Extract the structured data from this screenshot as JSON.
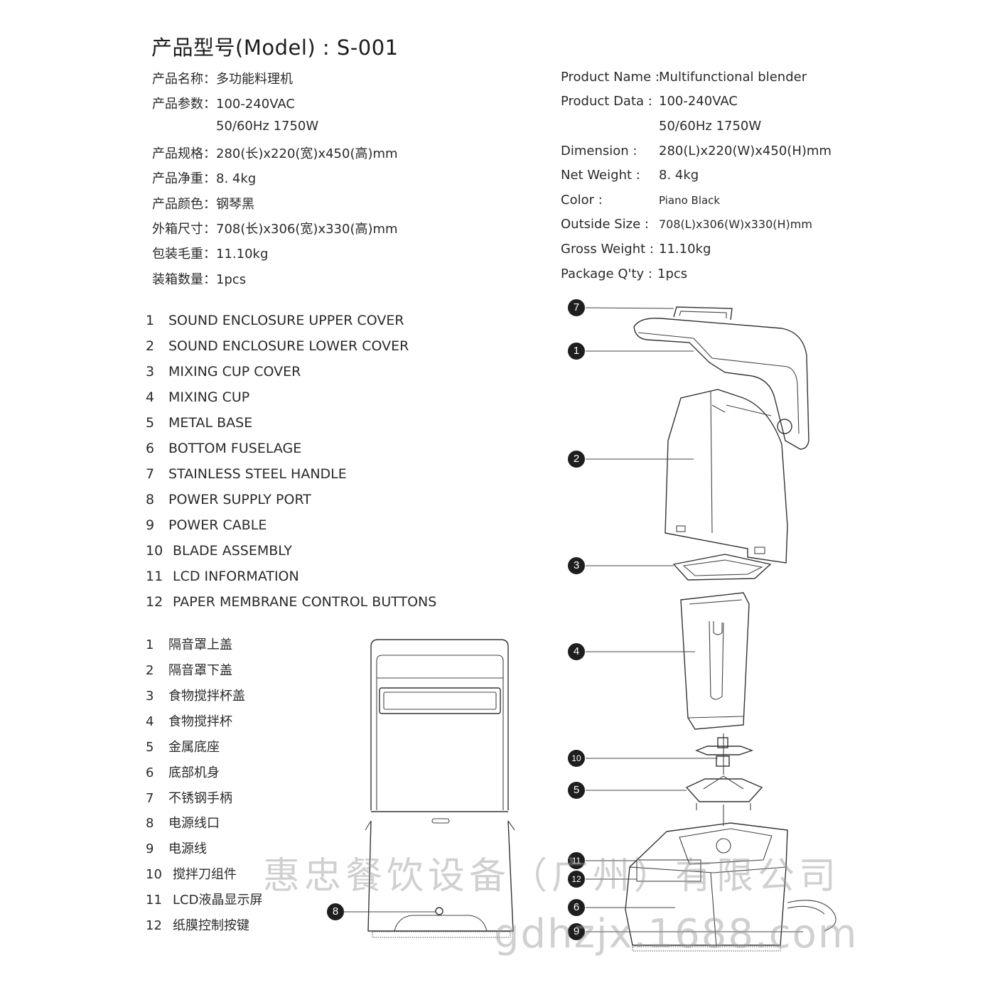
{
  "title": "产品型号(Model) : S-001",
  "specs_cn": [
    {
      "label": "产品名称：",
      "value": "多功能料理机"
    },
    {
      "label": "产品参数：",
      "value": "100-240VAC"
    },
    {
      "label": "",
      "value": "50/60Hz 1750W"
    },
    {
      "label": "产品规格：",
      "value": "280(长)x220(宽)x450(高)mm"
    },
    {
      "label": "产品净重：",
      "value": "8. 4kg"
    },
    {
      "label": "产品颜色：",
      "value": "钢琴黑"
    },
    {
      "label": "外箱尺寸：",
      "value": "708(长)x306(宽)x330(高)mm"
    },
    {
      "label": "包装毛重：",
      "value": "11.10kg"
    },
    {
      "label": "装箱数量：",
      "value": "1pcs"
    }
  ],
  "specs_en": [
    {
      "label": "Product Name :",
      "value": "Multifunctional blender"
    },
    {
      "label": "Product  Data :",
      "value": "100-240VAC"
    },
    {
      "label": "",
      "value": "50/60Hz 1750W"
    },
    {
      "label": "Dimension :",
      "value": "280(L)x220(W)x450(H)mm"
    },
    {
      "label": "Net Weight :",
      "value": "8. 4kg"
    },
    {
      "label": "Color :",
      "value": "Piano Black"
    },
    {
      "label": "Outside Size :",
      "value": "708(L)x306(W)x330(H)mm"
    },
    {
      "label": "Gross Weight :",
      "value": "11.10kg"
    },
    {
      "label": "Package Q'ty :",
      "value": "1pcs"
    }
  ],
  "parts_en": [
    {
      "num": "1",
      "name": "SOUND ENCLOSURE UPPER COVER"
    },
    {
      "num": "2",
      "name": "SOUND ENCLOSURE LOWER COVER"
    },
    {
      "num": "3",
      "name": "MIXING CUP COVER"
    },
    {
      "num": "4",
      "name": "MIXING CUP"
    },
    {
      "num": "5",
      "name": "METAL BASE"
    },
    {
      "num": "6",
      "name": "BOTTOM FUSELAGE"
    },
    {
      "num": "7",
      "name": "STAINLESS STEEL HANDLE"
    },
    {
      "num": "8",
      "name": "POWER SUPPLY PORT"
    },
    {
      "num": "9",
      "name": "POWER CABLE"
    },
    {
      "num": "10",
      "name": "BLADE ASSEMBLY"
    },
    {
      "num": "11",
      "name": "LCD INFORMATION"
    },
    {
      "num": "12",
      "name": "PAPER MEMBRANE CONTROL BUTTONS"
    }
  ],
  "parts_cn": [
    {
      "num": "1",
      "name": "隔音罩上盖"
    },
    {
      "num": "2",
      "name": "隔音罩下盖"
    },
    {
      "num": "3",
      "name": "食物搅拌杯盖"
    },
    {
      "num": "4",
      "name": "食物搅拌杯"
    },
    {
      "num": "5",
      "name": "金属底座"
    },
    {
      "num": "6",
      "name": "底部机身"
    },
    {
      "num": "7",
      "name": "不锈钢手柄"
    },
    {
      "num": "8",
      "name": "电源线口"
    },
    {
      "num": "9",
      "name": "电源线"
    },
    {
      "num": "10",
      "name": "搅拌刀组件"
    },
    {
      "num": "11",
      "name": "LCD液晶显示屏"
    },
    {
      "num": "12",
      "name": "纸膜控制按键"
    }
  ],
  "callouts": {
    "c7": "7",
    "c1": "1",
    "c2": "2",
    "c3": "3",
    "c4": "4",
    "c10": "10",
    "c5": "5",
    "c11": "11",
    "c12": "12",
    "c6": "6",
    "c9": "9",
    "c8": "8"
  },
  "watermark": {
    "company": "惠忠餐饮设备（广州）有限公司",
    "site": "gdhzjx.1688.com"
  }
}
